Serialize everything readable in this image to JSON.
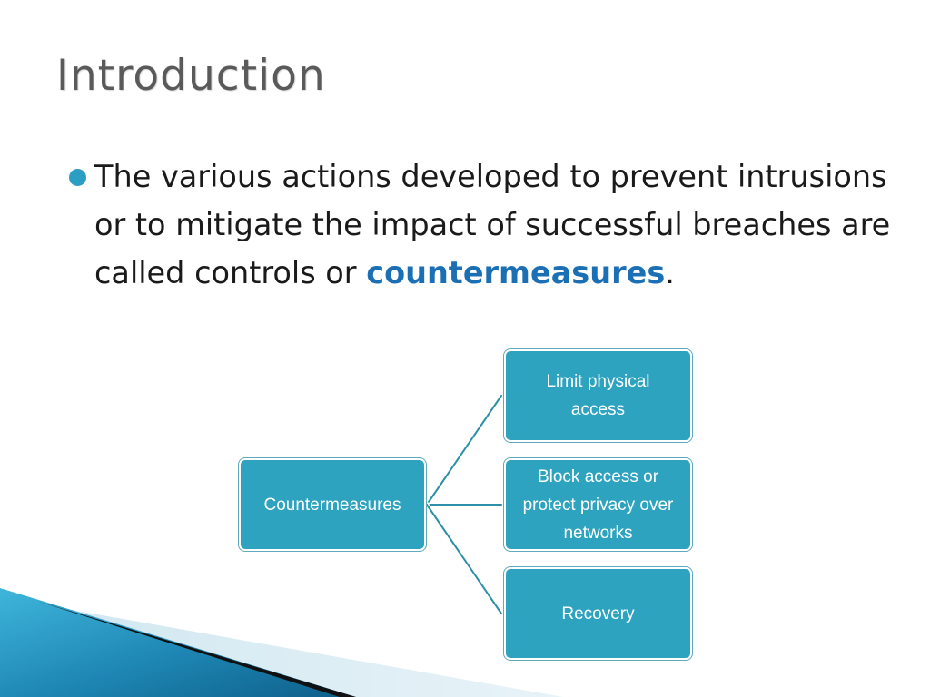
{
  "slide": {
    "title": "Introduction",
    "bullet": {
      "text_before": "The various actions developed to prevent intrusions or to mitigate the impact of successful breaches are called controls or ",
      "emphasis": "countermeasures",
      "text_after": "."
    }
  },
  "diagram": {
    "root": {
      "label": "Countermeasures"
    },
    "children": [
      {
        "label": "Limit physical access"
      },
      {
        "label": "Block access or protect privacy over networks"
      },
      {
        "label": "Recovery"
      }
    ]
  },
  "colors": {
    "title": "#5a5a5a",
    "bullet_dot": "#2b9ec4",
    "emphasis": "#1b6fb5",
    "node_fill": "#2ea3bf",
    "connector": "#2e8fa8"
  }
}
